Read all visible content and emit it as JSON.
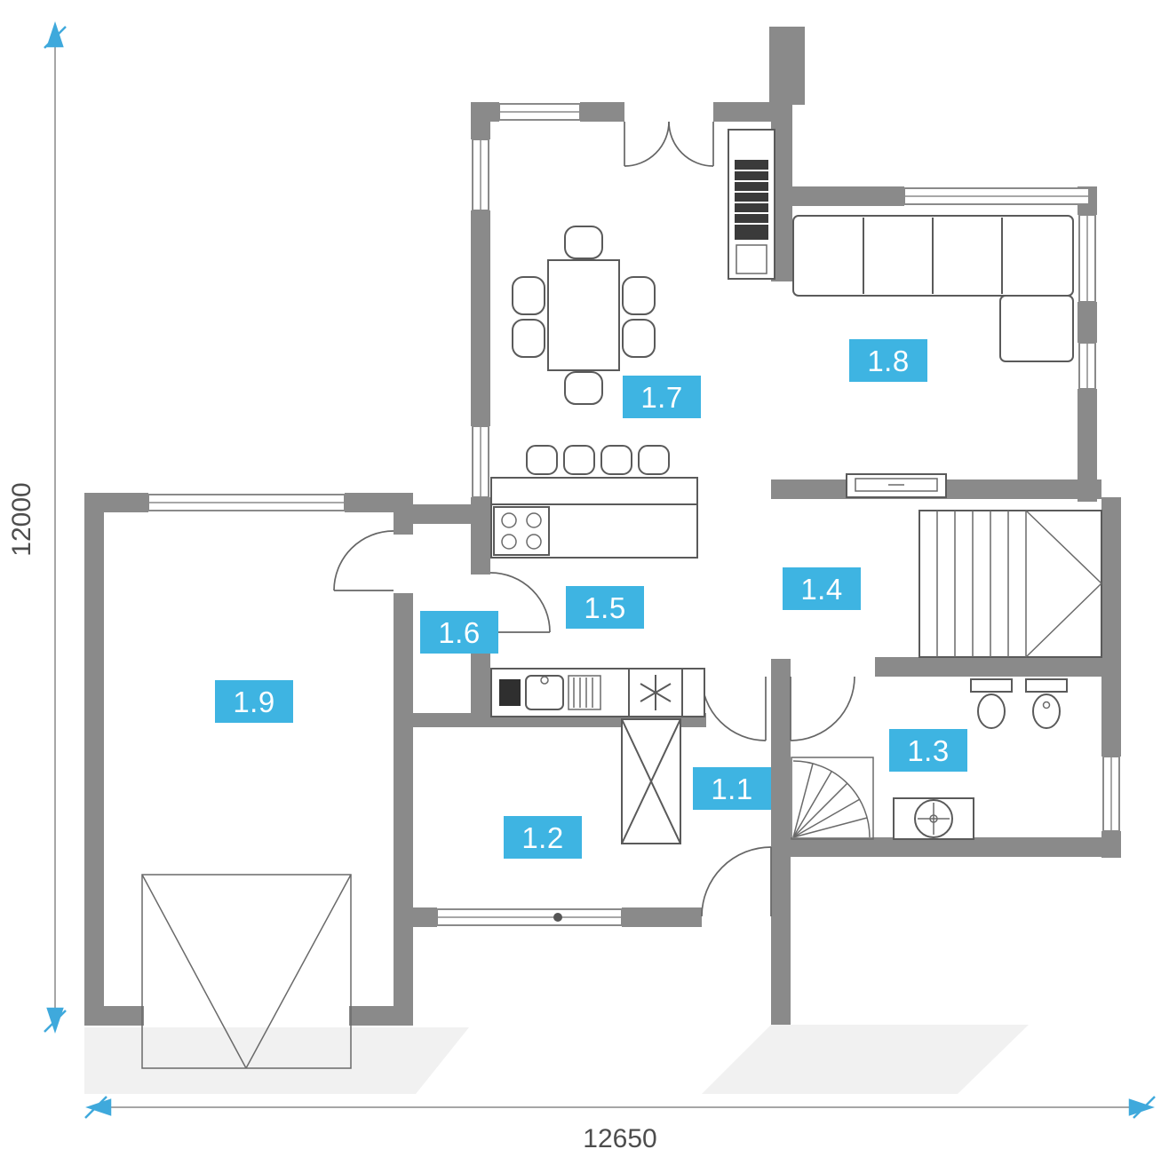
{
  "plan": {
    "rooms": [
      {
        "id": "room-1-1",
        "label": "1.1"
      },
      {
        "id": "room-1-2",
        "label": "1.2"
      },
      {
        "id": "room-1-3",
        "label": "1.3"
      },
      {
        "id": "room-1-4",
        "label": "1.4"
      },
      {
        "id": "room-1-5",
        "label": "1.5"
      },
      {
        "id": "room-1-6",
        "label": "1.6"
      },
      {
        "id": "room-1-7",
        "label": "1.7"
      },
      {
        "id": "room-1-8",
        "label": "1.8"
      },
      {
        "id": "room-1-9",
        "label": "1.9"
      }
    ],
    "dimensions": {
      "vertical": "12000",
      "horizontal": "12650"
    },
    "colors": {
      "wall": "#8a8a8a",
      "label_background": "#3eb4e2",
      "label_text": "#ffffff",
      "dimension_arrow": "#3fa9dc",
      "dimension_text": "#4d4d4d"
    },
    "icons": {
      "fridge": "snowflake-icon",
      "drain": "cross-circle-icon"
    }
  }
}
